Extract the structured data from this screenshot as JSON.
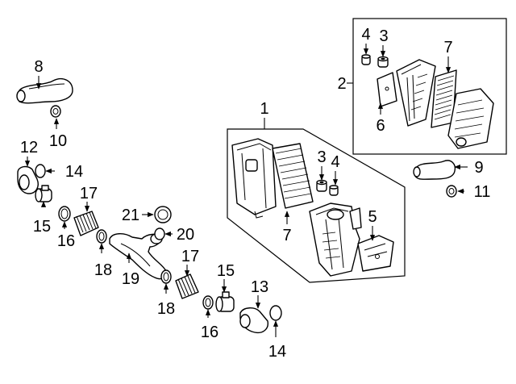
{
  "diagram": {
    "callouts": [
      {
        "id": "c1",
        "text": "1"
      },
      {
        "id": "c2",
        "text": "2"
      },
      {
        "id": "c3a",
        "text": "3"
      },
      {
        "id": "c3b",
        "text": "3"
      },
      {
        "id": "c4a",
        "text": "4"
      },
      {
        "id": "c4b",
        "text": "4"
      },
      {
        "id": "c5",
        "text": "5"
      },
      {
        "id": "c6",
        "text": "6"
      },
      {
        "id": "c7a",
        "text": "7"
      },
      {
        "id": "c7b",
        "text": "7"
      },
      {
        "id": "c8",
        "text": "8"
      },
      {
        "id": "c9",
        "text": "9"
      },
      {
        "id": "c10",
        "text": "10"
      },
      {
        "id": "c11",
        "text": "11"
      },
      {
        "id": "c12",
        "text": "12"
      },
      {
        "id": "c13",
        "text": "13"
      },
      {
        "id": "c14a",
        "text": "14"
      },
      {
        "id": "c14b",
        "text": "14"
      },
      {
        "id": "c15a",
        "text": "15"
      },
      {
        "id": "c15b",
        "text": "15"
      },
      {
        "id": "c16a",
        "text": "16"
      },
      {
        "id": "c16b",
        "text": "16"
      },
      {
        "id": "c17a",
        "text": "17"
      },
      {
        "id": "c17b",
        "text": "17"
      },
      {
        "id": "c18a",
        "text": "18"
      },
      {
        "id": "c18b",
        "text": "18"
      },
      {
        "id": "c19",
        "text": "19"
      },
      {
        "id": "c20",
        "text": "20"
      },
      {
        "id": "c21",
        "text": "21"
      }
    ]
  }
}
